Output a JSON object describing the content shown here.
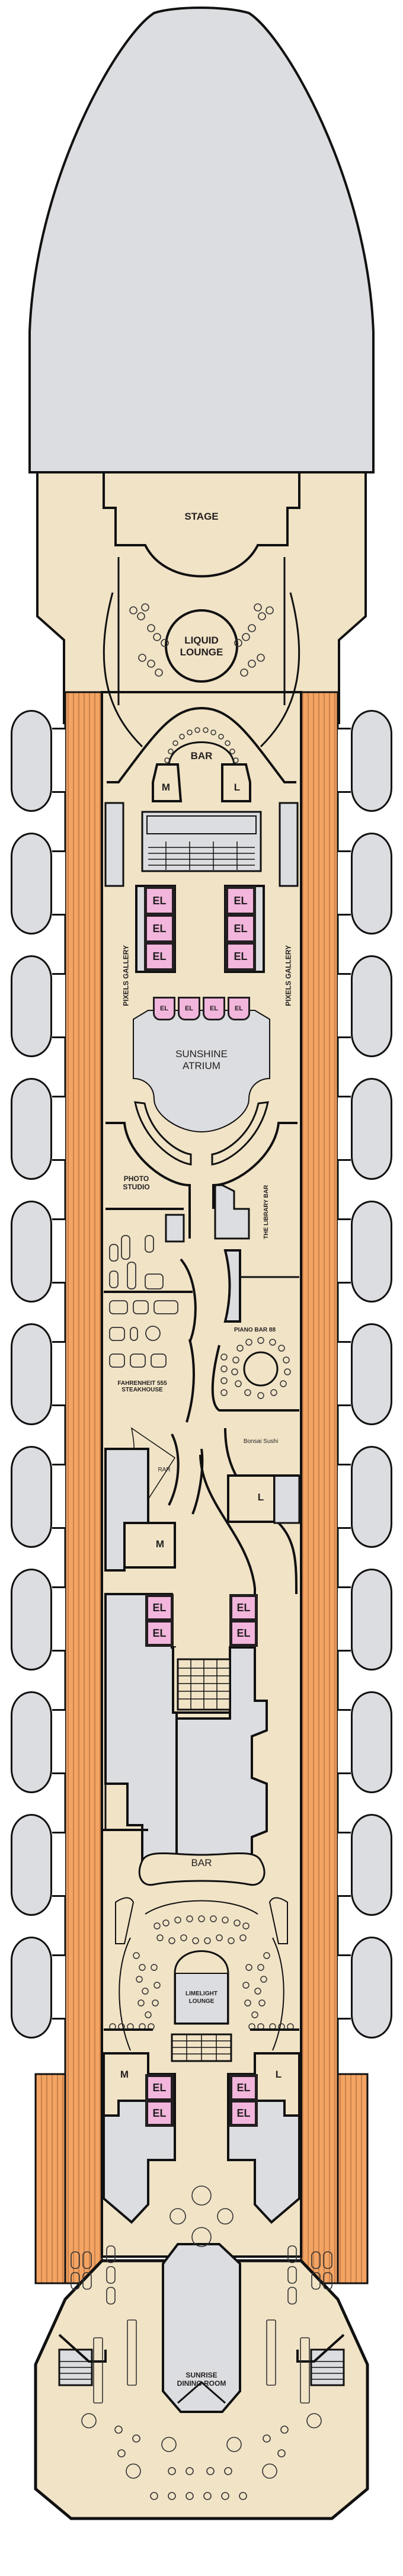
{
  "deck_plan": {
    "colors": {
      "bow": "#dcdde0",
      "interior": "#f1e3c6",
      "deck_wood": "#f3a463",
      "deck_wood_line": "#c9804a",
      "elevator": "#f2b5dc",
      "service": "#dcdde0",
      "outline": "#231f20"
    },
    "venues": {
      "stage": "STAGE",
      "liquid_lounge_1": "LIQUID",
      "liquid_lounge_2": "LOUNGE",
      "bar_fwd": "BAR",
      "restroom_men_fwd": "M",
      "restroom_ladies_fwd": "L",
      "pixels_gallery_port": "PIXELS GALLERY",
      "pixels_gallery_stbd": "PIXELS GALLERY",
      "atrium_1": "SUNSHINE",
      "atrium_2": "ATRIUM",
      "photo_1": "PHOTO",
      "photo_2": "STUDIO",
      "library_bar": "THE LIBRARY BAR",
      "piano_bar": "PIANO BAR 88",
      "steakhouse_1": "FAHRENHEIT 555",
      "steakhouse_2": "STEAKHOUSE",
      "bonsai": "Bonsai Sushi",
      "rar": "RAR",
      "restroom_ladies_mid": "L",
      "restroom_men_mid": "M",
      "bar_aft": "BAR",
      "limelight_1": "LIMELIGHT",
      "limelight_2": "LOUNGE",
      "restroom_men_aft": "M",
      "restroom_ladies_aft": "L",
      "dining_1": "SUNRISE",
      "dining_2": "DINING ROOM"
    },
    "elevator_label": "EL",
    "elevators": {
      "fwd_port": [
        "EL",
        "EL",
        "EL"
      ],
      "fwd_stbd": [
        "EL",
        "EL",
        "EL"
      ],
      "atrium": [
        "EL",
        "EL",
        "EL",
        "EL"
      ],
      "mid_port": [
        "EL",
        "EL"
      ],
      "mid_stbd": [
        "EL",
        "EL"
      ],
      "aft_port": [
        "EL",
        "EL"
      ],
      "aft_stbd": [
        "EL",
        "EL"
      ]
    },
    "lifeboats_per_side": 11
  }
}
